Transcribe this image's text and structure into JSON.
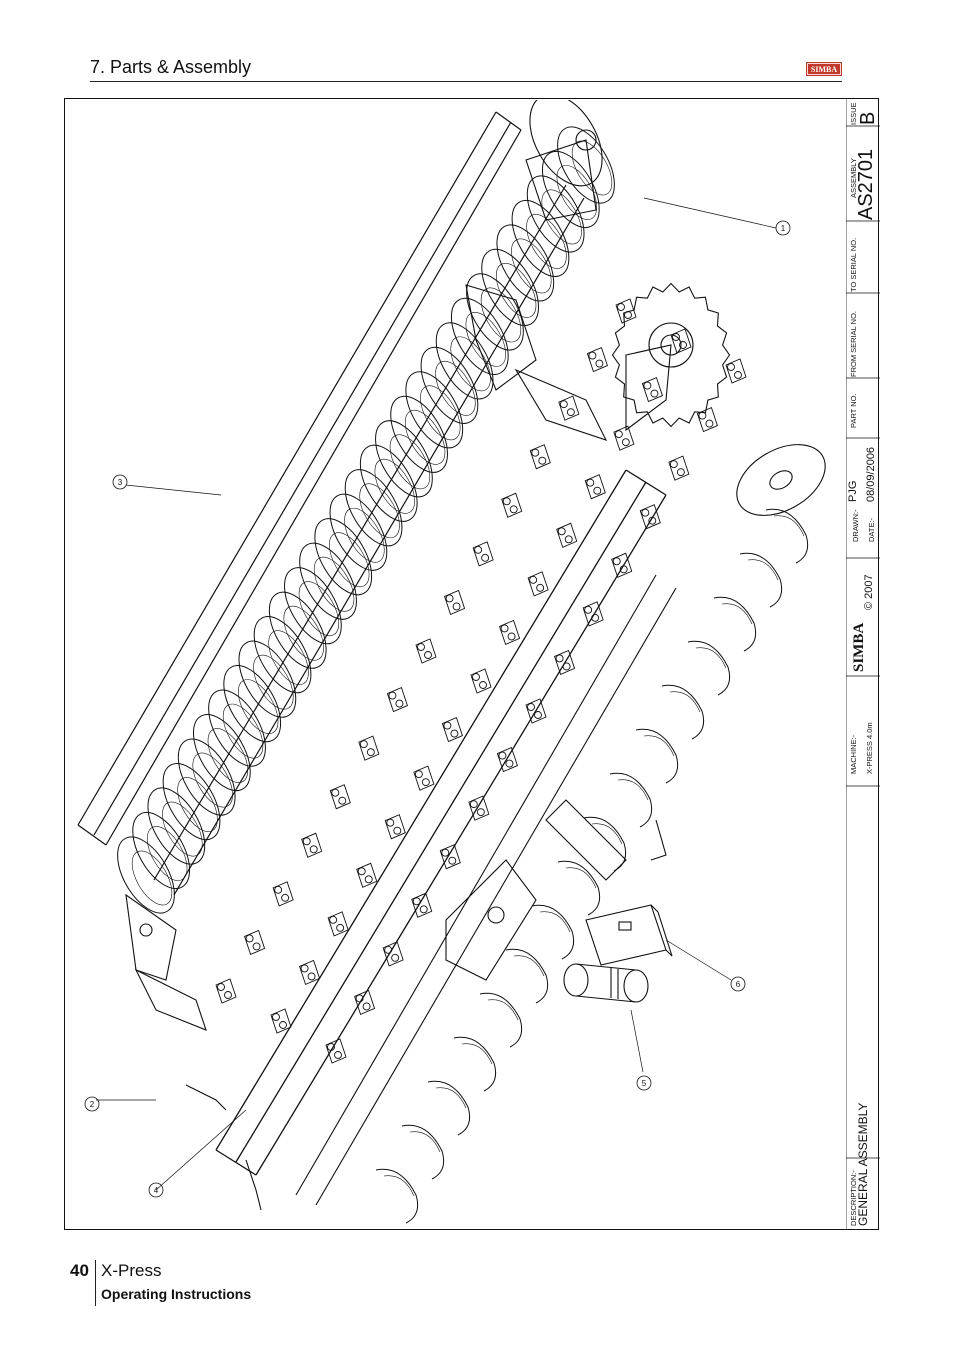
{
  "header": {
    "section_title": "7. Parts & Assembly",
    "logo_text": "SIMBA",
    "accent_color": "#c0392b"
  },
  "title_block": {
    "issue_label": "ISSUE",
    "issue_value": "B",
    "assembly_label": "ASSEMBLY",
    "assembly_value": "AS2701",
    "to_serial_label": "TO SERIAL NO.",
    "from_serial_label": "FROM SERIAL NO.",
    "part_no_label": "PART NO.",
    "drawn_label": "DRAWN:-",
    "drawn_value": "PJG",
    "date_label": "DATE:-",
    "date_value": "08/09/2006",
    "copyright": "© 2007",
    "brand": "SIMBA",
    "machine_label": "MACHINE:-",
    "machine_value": "X-PRESS 4.0m",
    "description_label": "DESCRIPTION:-",
    "description_value": "GENERAL ASSEMBLY"
  },
  "callouts": [
    {
      "id": "1",
      "label": "1"
    },
    {
      "id": "2",
      "label": "2"
    },
    {
      "id": "3",
      "label": "3"
    },
    {
      "id": "4",
      "label": "4"
    },
    {
      "id": "5",
      "label": "5"
    },
    {
      "id": "6",
      "label": "6"
    }
  ],
  "footer": {
    "page_number": "40",
    "title": "X-Press",
    "subtitle": "Operating Instructions"
  }
}
